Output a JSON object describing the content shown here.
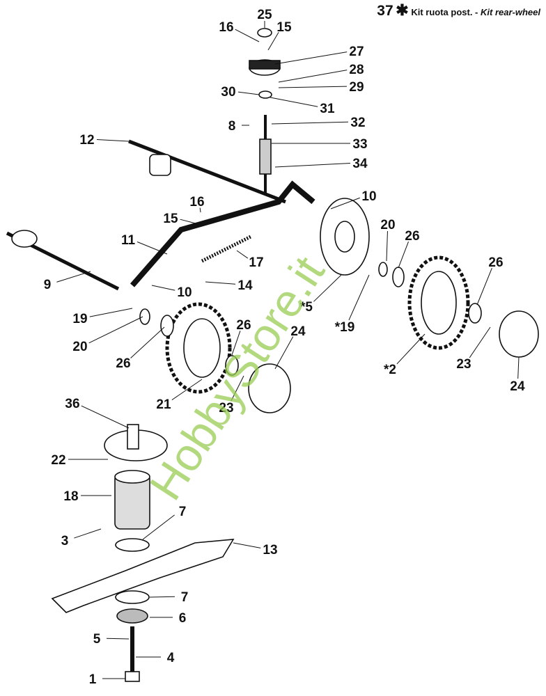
{
  "kit_note": {
    "number": "37",
    "star": "✱",
    "text_it": "Kit ruota post. -",
    "text_en": "Kit rear-wheel"
  },
  "watermark": "HobbyStore.it",
  "labels": [
    "25",
    "16",
    "15",
    "27",
    "28",
    "29",
    "30",
    "31",
    "8",
    "32",
    "12",
    "33",
    "34",
    "16",
    "15",
    "10",
    "20",
    "26",
    "11",
    "17",
    "9",
    "14",
    "10",
    "*5",
    "26",
    "19",
    "*19",
    "20",
    "26",
    "24",
    "26",
    "23",
    "*2",
    "21",
    "23",
    "24",
    "36",
    "22",
    "18",
    "7",
    "3",
    "13",
    "7",
    "6",
    "5",
    "4",
    "1"
  ],
  "colors": {
    "line": "#111111",
    "watermark": "#9acd55"
  }
}
